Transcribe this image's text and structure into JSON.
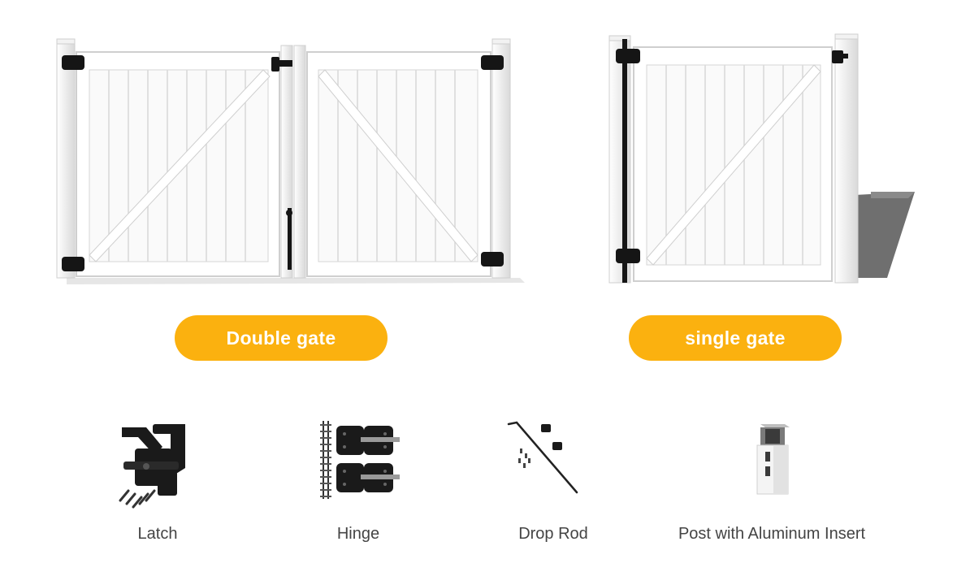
{
  "gates": {
    "double": {
      "label": "Double gate"
    },
    "single": {
      "label": "single gate"
    }
  },
  "parts": [
    {
      "label": "Latch",
      "icon": "latch-icon"
    },
    {
      "label": "Hinge",
      "icon": "hinge-icon"
    },
    {
      "label": "Drop Rod",
      "icon": "drop-rod-icon"
    },
    {
      "label": "Post with Aluminum Insert",
      "icon": "post-insert-icon"
    }
  ],
  "colors": {
    "accent": "#fbb10f",
    "pill_text": "#ffffff",
    "label_text": "#444444",
    "gate_vinyl": "#ffffff",
    "hardware": "#111111"
  }
}
